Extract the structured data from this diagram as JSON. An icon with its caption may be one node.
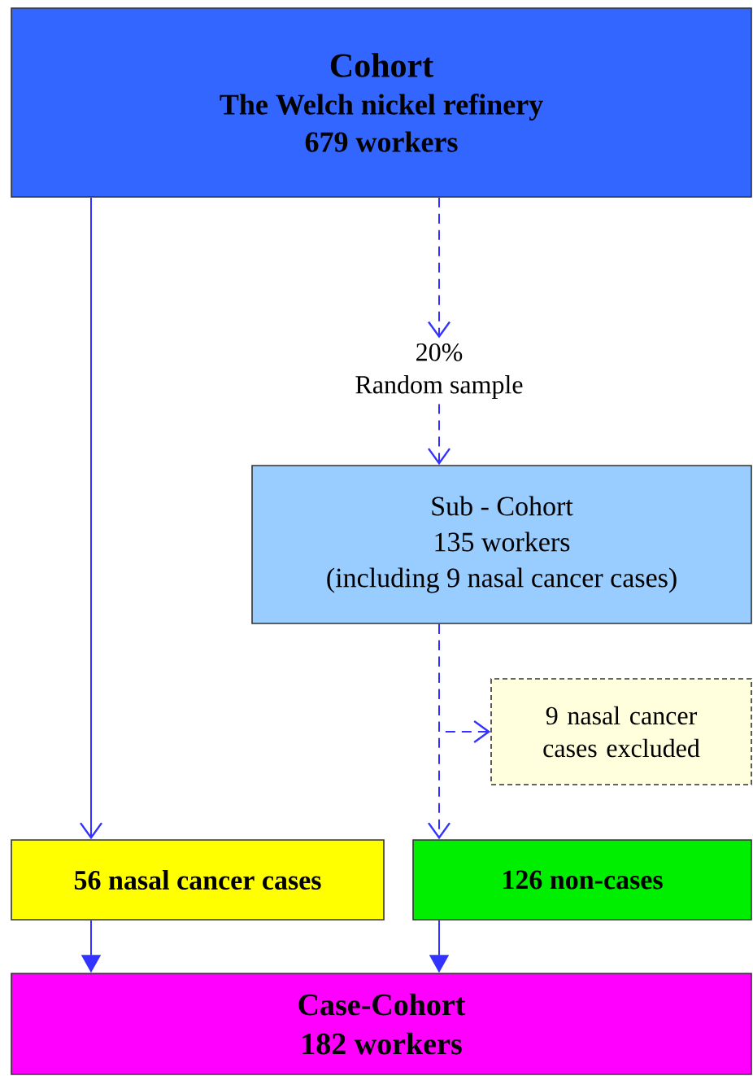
{
  "diagram": {
    "nodes": [
      {
        "text": [
          "Cohort",
          "The Welch nickel refinery",
          "679 workers"
        ]
      },
      {
        "text": [
          "20%",
          "Random sample"
        ]
      },
      {
        "text": [
          "Sub - Cohort",
          "135 workers",
          "(including 9 nasal cancer cases)"
        ]
      },
      {
        "text": [
          "9 nasal cancer cases excluded"
        ]
      },
      {
        "text": [
          "56 nasal cancer cases"
        ]
      },
      {
        "text": [
          "126 non-cases"
        ]
      },
      {
        "text": [
          "Case-Cohort",
          "182 workers"
        ]
      }
    ],
    "edges": [
      {
        "from": 0,
        "to": 4,
        "arrow": "to"
      },
      {
        "from": 0,
        "to": 1,
        "arrow": "to",
        "style": "dashed"
      },
      {
        "from": 1,
        "to": 2,
        "arrow": "to",
        "style": "dashed"
      },
      {
        "from": 2,
        "to": 3,
        "arrow": "to",
        "style": "dashed"
      },
      {
        "from": 2,
        "to": 5,
        "arrow": "to",
        "style": "dashed"
      },
      {
        "from": 4,
        "to": 6,
        "arrow": "to"
      },
      {
        "from": 5,
        "to": 6,
        "arrow": "to"
      }
    ]
  }
}
